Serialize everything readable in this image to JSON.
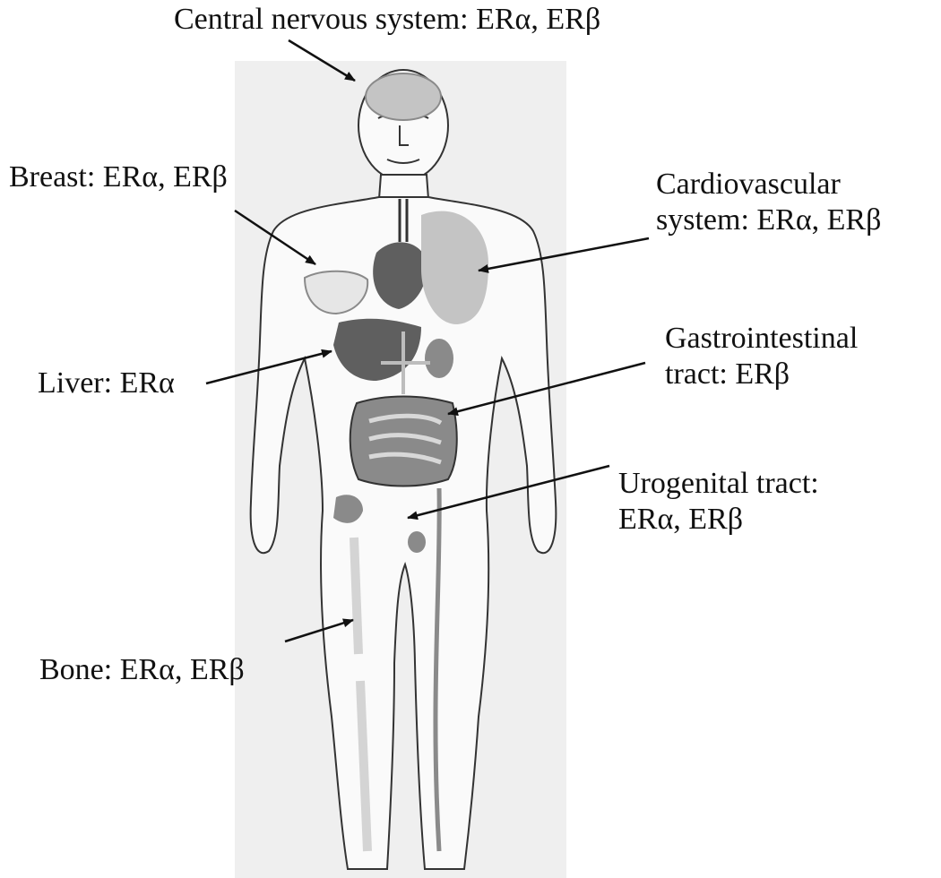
{
  "labels": {
    "cns": "Central nervous system: ERα, ERβ",
    "breast": "Breast: ERα, ERβ",
    "cardio_line1": "Cardiovascular",
    "cardio_line2": "system: ERα, ERβ",
    "liver": "Liver: ERα",
    "gi_line1": "Gastrointestinal",
    "gi_line2": "tract: ERβ",
    "uro_line1": "Urogenital tract:",
    "uro_line2": "ERα, ERβ",
    "bone": "Bone: ERα, ERβ"
  },
  "colors": {
    "panel": "#efefef",
    "outline": "#333333",
    "organ_dark": "#5f5f5f",
    "organ_mid": "#8a8a8a",
    "organ_light": "#c4c4c4"
  }
}
